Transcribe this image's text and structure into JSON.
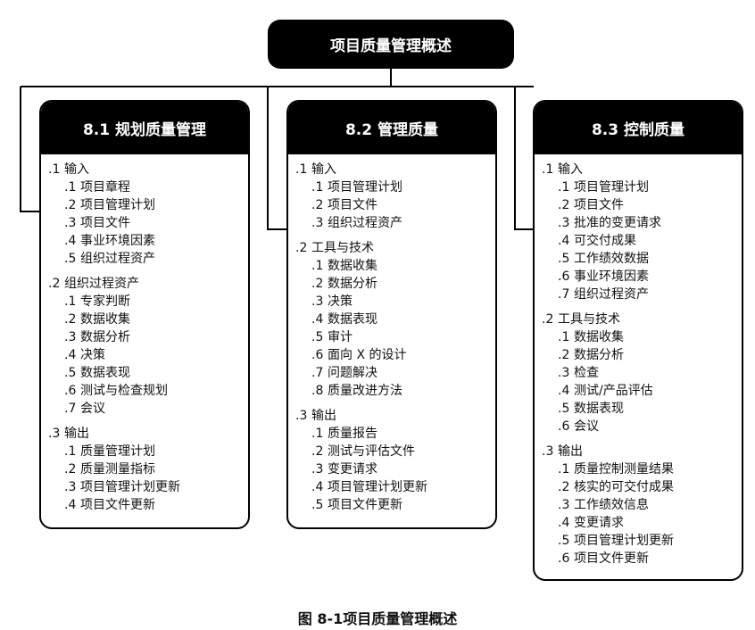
{
  "title": "项目质量管理概述",
  "caption": "图 8-1项目质量管理概述",
  "panels": [
    {
      "heading": "8.1 规划质量管理",
      "groups": [
        {
          "num": ".1",
          "label": "输入",
          "items": [
            {
              "num": ".1",
              "text": "项目章程"
            },
            {
              "num": ".2",
              "text": "项目管理计划"
            },
            {
              "num": ".3",
              "text": "项目文件"
            },
            {
              "num": ".4",
              "text": "事业环境因素"
            },
            {
              "num": ".5",
              "text": "组织过程资产"
            }
          ]
        },
        {
          "num": ".2",
          "label": "组织过程资产",
          "items": [
            {
              "num": ".1",
              "text": "专家判断"
            },
            {
              "num": ".2",
              "text": "数据收集"
            },
            {
              "num": ".3",
              "text": "数据分析"
            },
            {
              "num": ".4",
              "text": "决策"
            },
            {
              "num": ".5",
              "text": "数据表现"
            },
            {
              "num": ".6",
              "text": "测试与检查规划"
            },
            {
              "num": ".7",
              "text": "会议"
            }
          ]
        },
        {
          "num": ".3",
          "label": "输出",
          "items": [
            {
              "num": ".1",
              "text": "质量管理计划"
            },
            {
              "num": ".2",
              "text": "质量测量指标"
            },
            {
              "num": ".3",
              "text": "项目管理计划更新"
            },
            {
              "num": ".4",
              "text": "项目文件更新"
            }
          ]
        }
      ]
    },
    {
      "heading": "8.2 管理质量",
      "groups": [
        {
          "num": ".1",
          "label": "输入",
          "items": [
            {
              "num": ".1",
              "text": "项目管理计划"
            },
            {
              "num": ".2",
              "text": "项目文件"
            },
            {
              "num": ".3",
              "text": "组织过程资产"
            }
          ]
        },
        {
          "num": ".2",
          "label": "工具与技术",
          "items": [
            {
              "num": ".1",
              "text": "数据收集"
            },
            {
              "num": ".2",
              "text": "数据分析"
            },
            {
              "num": ".3",
              "text": "决策"
            },
            {
              "num": ".4",
              "text": "数据表现"
            },
            {
              "num": ".5",
              "text": "审计"
            },
            {
              "num": ".6",
              "text": "面向 X 的设计"
            },
            {
              "num": ".7",
              "text": "问题解决"
            },
            {
              "num": ".8",
              "text": "质量改进方法"
            }
          ]
        },
        {
          "num": ".3",
          "label": "输出",
          "items": [
            {
              "num": ".1",
              "text": "质量报告"
            },
            {
              "num": ".2",
              "text": "测试与评估文件"
            },
            {
              "num": ".3",
              "text": "变更请求"
            },
            {
              "num": ".4",
              "text": "项目管理计划更新"
            },
            {
              "num": ".5",
              "text": "项目文件更新"
            }
          ]
        }
      ]
    },
    {
      "heading": "8.3 控制质量",
      "groups": [
        {
          "num": ".1",
          "label": "输入",
          "items": [
            {
              "num": ".1",
              "text": "项目管理计划"
            },
            {
              "num": ".2",
              "text": "项目文件"
            },
            {
              "num": ".3",
              "text": "批准的变更请求"
            },
            {
              "num": ".4",
              "text": "可交付成果"
            },
            {
              "num": ".5",
              "text": "工作绩效数据"
            },
            {
              "num": ".6",
              "text": "事业环境因素"
            },
            {
              "num": ".7",
              "text": "组织过程资产"
            }
          ]
        },
        {
          "num": ".2",
          "label": "工具与技术",
          "items": [
            {
              "num": ".1",
              "text": "数据收集"
            },
            {
              "num": ".2",
              "text": "数据分析"
            },
            {
              "num": ".3",
              "text": "检查"
            },
            {
              "num": ".4",
              "text": "测试/产品评估"
            },
            {
              "num": ".5",
              "text": "数据表现"
            },
            {
              "num": ".6",
              "text": "会议"
            }
          ]
        },
        {
          "num": ".3",
          "label": "输出",
          "items": [
            {
              "num": ".1",
              "text": "质量控制测量结果"
            },
            {
              "num": ".2",
              "text": "核实的可交付成果"
            },
            {
              "num": ".3",
              "text": "工作绩效信息"
            },
            {
              "num": ".4",
              "text": "变更请求"
            },
            {
              "num": ".5",
              "text": "项目管理计划更新"
            },
            {
              "num": ".6",
              "text": "项目文件更新"
            }
          ]
        }
      ]
    }
  ]
}
